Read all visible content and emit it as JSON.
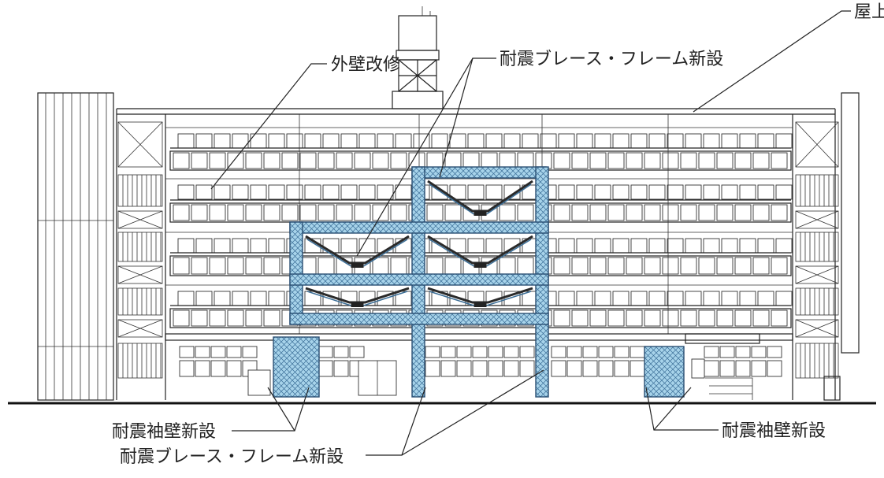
{
  "labels": {
    "roof_waterproofing": "屋上防水改修",
    "exterior_wall": "外壁改修",
    "brace_frame_top": "耐震ブレース・フレーム新設",
    "wing_wall_left": "耐震袖壁新設",
    "wing_wall_right": "耐震袖壁新設",
    "brace_frame_bottom": "耐震ブレース・フレーム新設"
  },
  "colors": {
    "reinforcement_fill": "#9fd0ea",
    "reinforcement_hatch": "#3a6d96",
    "line": "#222222"
  }
}
